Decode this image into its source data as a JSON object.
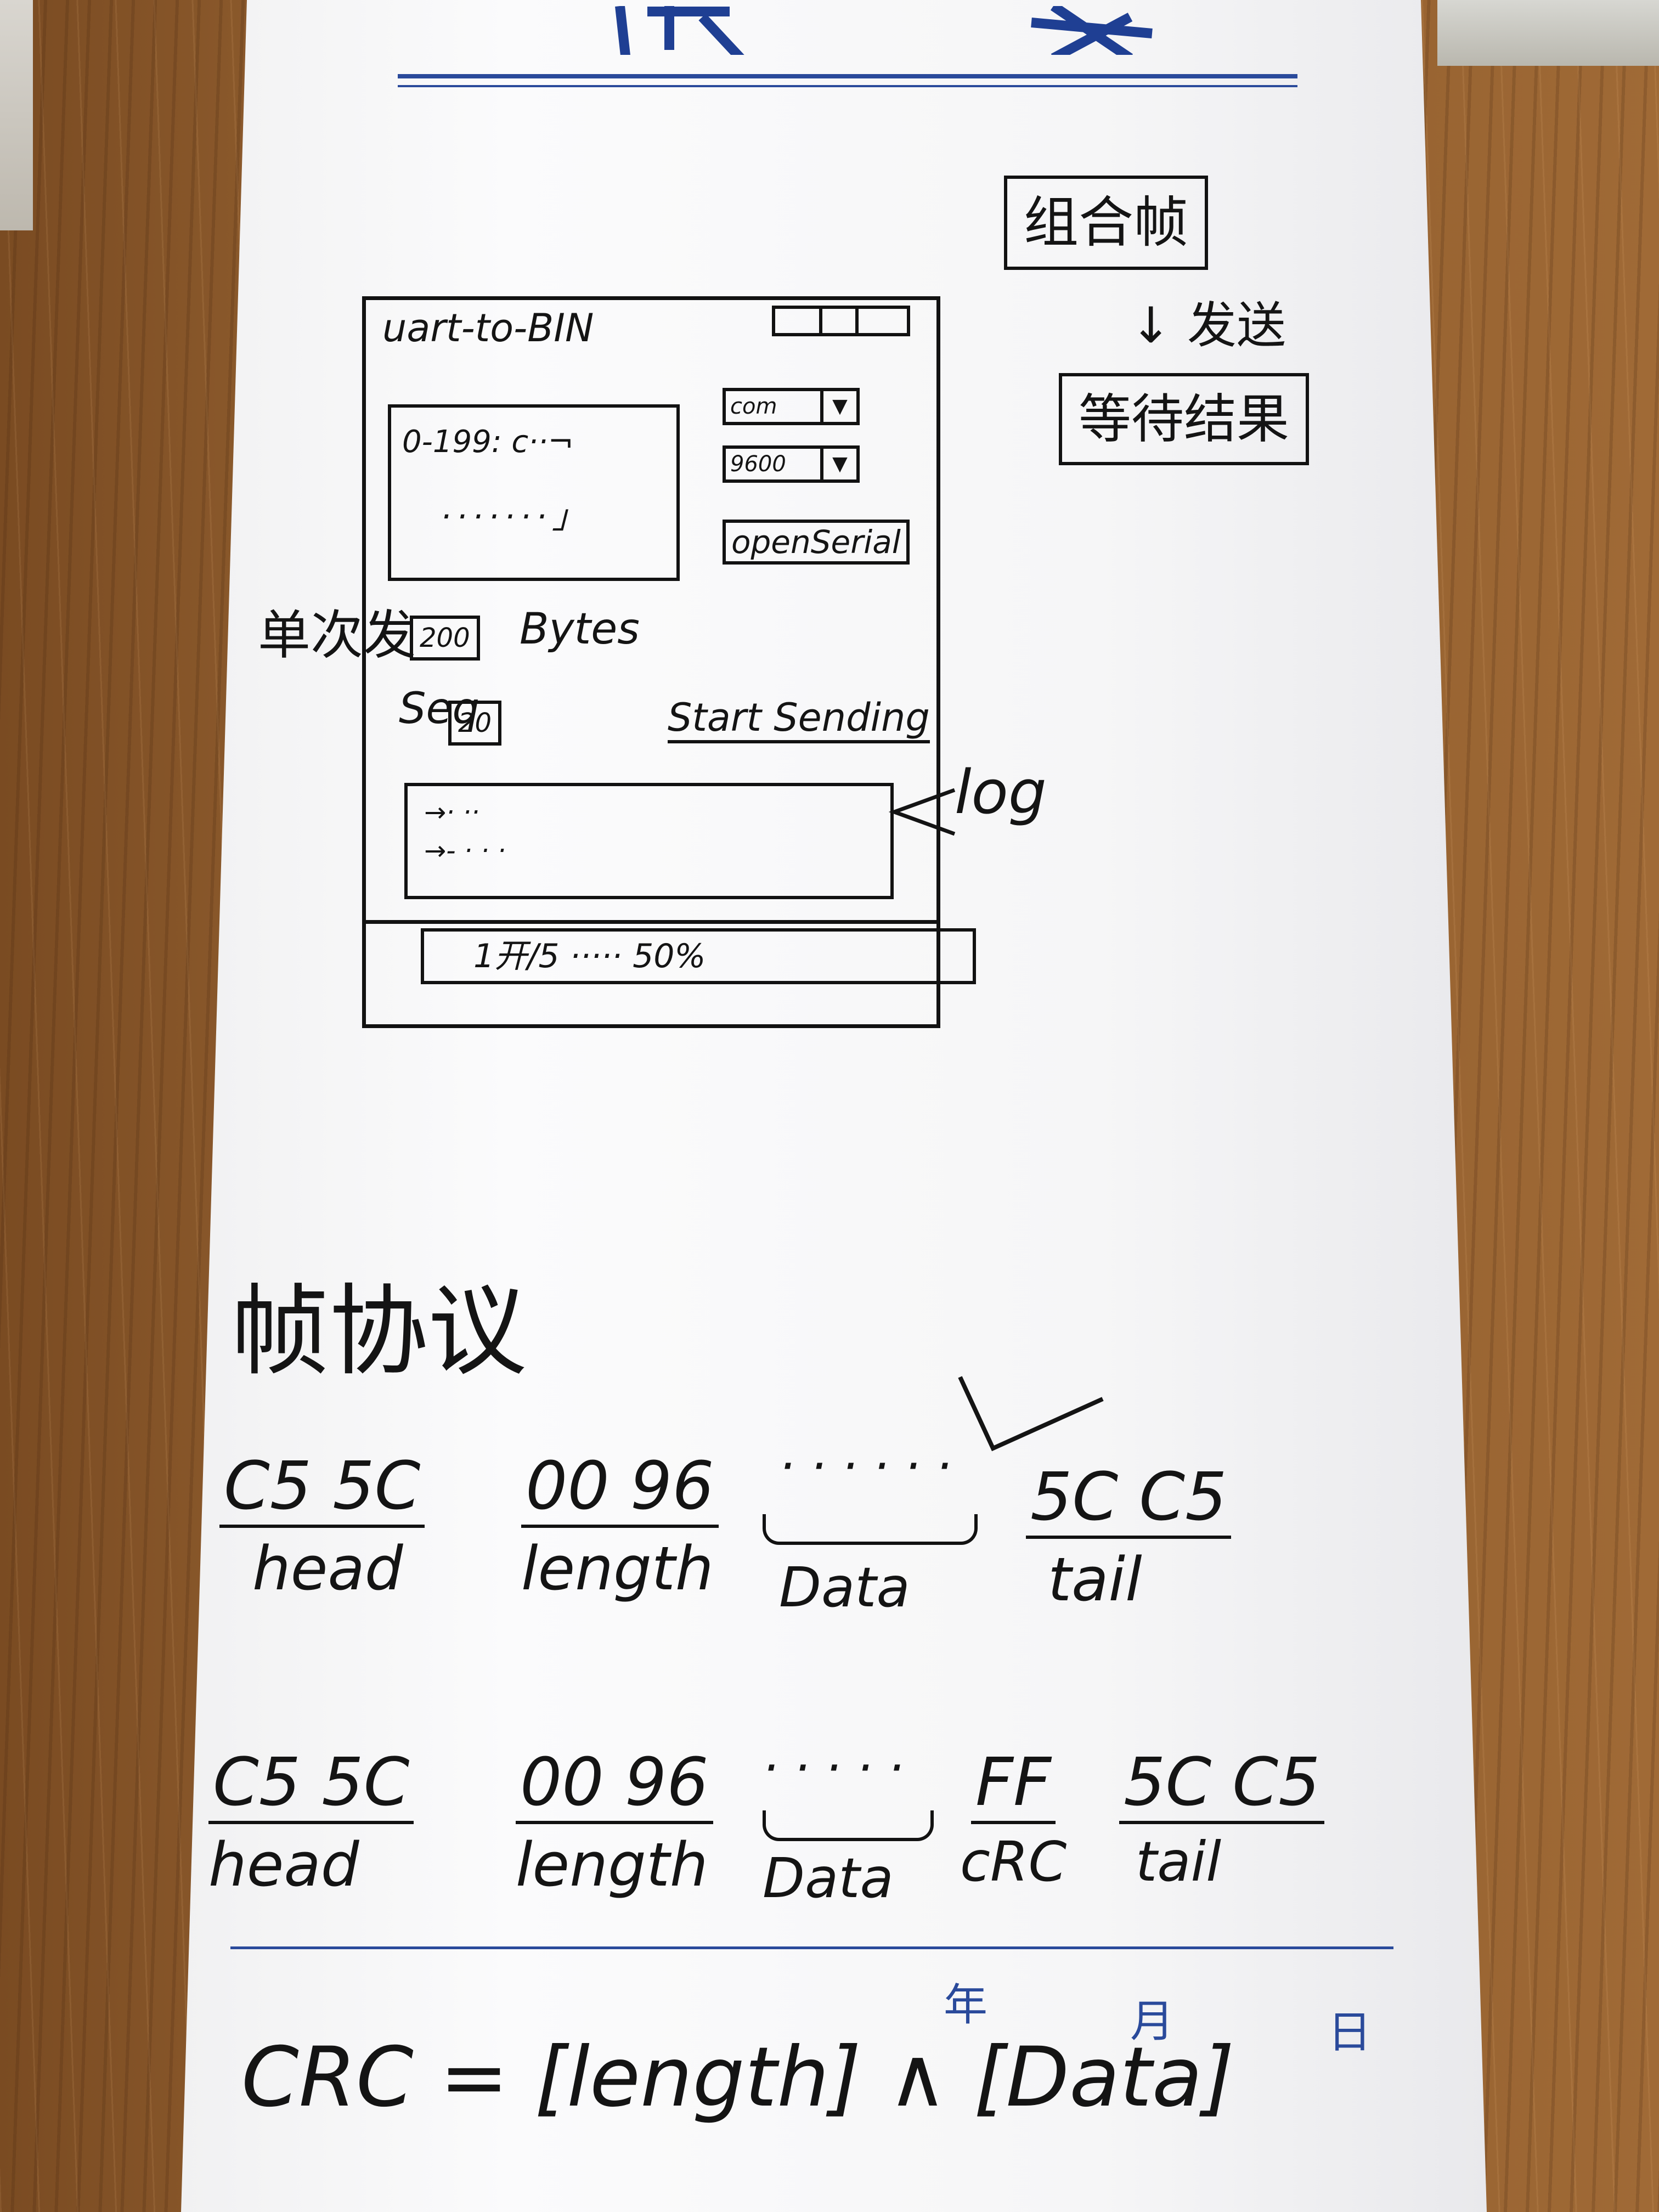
{
  "sketch": {
    "window_title": "uart-to-BIN",
    "view_line1": "0-199: c··¬",
    "view_line2": "·······」",
    "port_combo": "com",
    "baud_combo": "9600",
    "open_button": "openSerial",
    "single_label": "单次发",
    "bytes_value": "200",
    "bytes_unit": "Bytes",
    "seq_label": "Seq",
    "seq_value": "20",
    "start_button": "Start Sending",
    "log_line1": "→·  ··",
    "log_line2": "→- · · ·",
    "log_annotation": "log",
    "progress_text": "1开/5 ····· 50%"
  },
  "flow": {
    "step1": "组合帧",
    "arrow_text": "↓ 发送",
    "step2": "等待结果"
  },
  "protocol": {
    "heading": "帧协议",
    "frame_v1": {
      "head": "C5 5C",
      "head_label": "head",
      "length_bytes": "00 96",
      "length_label": "length",
      "data_bytes": "· · · · · ·",
      "data_label": "Data",
      "tail": "5C C5",
      "tail_label": "tail"
    },
    "frame_v2": {
      "head": "C5 5C",
      "head_label": "head",
      "length_bytes": "00 96",
      "length_label": "length",
      "data_bytes": "· · · · ·",
      "data_label": "Data",
      "crc_byte": "FF",
      "crc_label": "cRC",
      "tail": "5C C5",
      "tail_label": "tail"
    },
    "crc_formula": "CRC = [length] ∧ [Data]"
  },
  "paper": {
    "date_year": "年",
    "date_month": "月",
    "date_day": "日"
  },
  "colors": {
    "ink": "#141414",
    "printed_blue": "#2a4a9b",
    "paper": "#f7f7f8",
    "wood": "#8c5a2b"
  }
}
